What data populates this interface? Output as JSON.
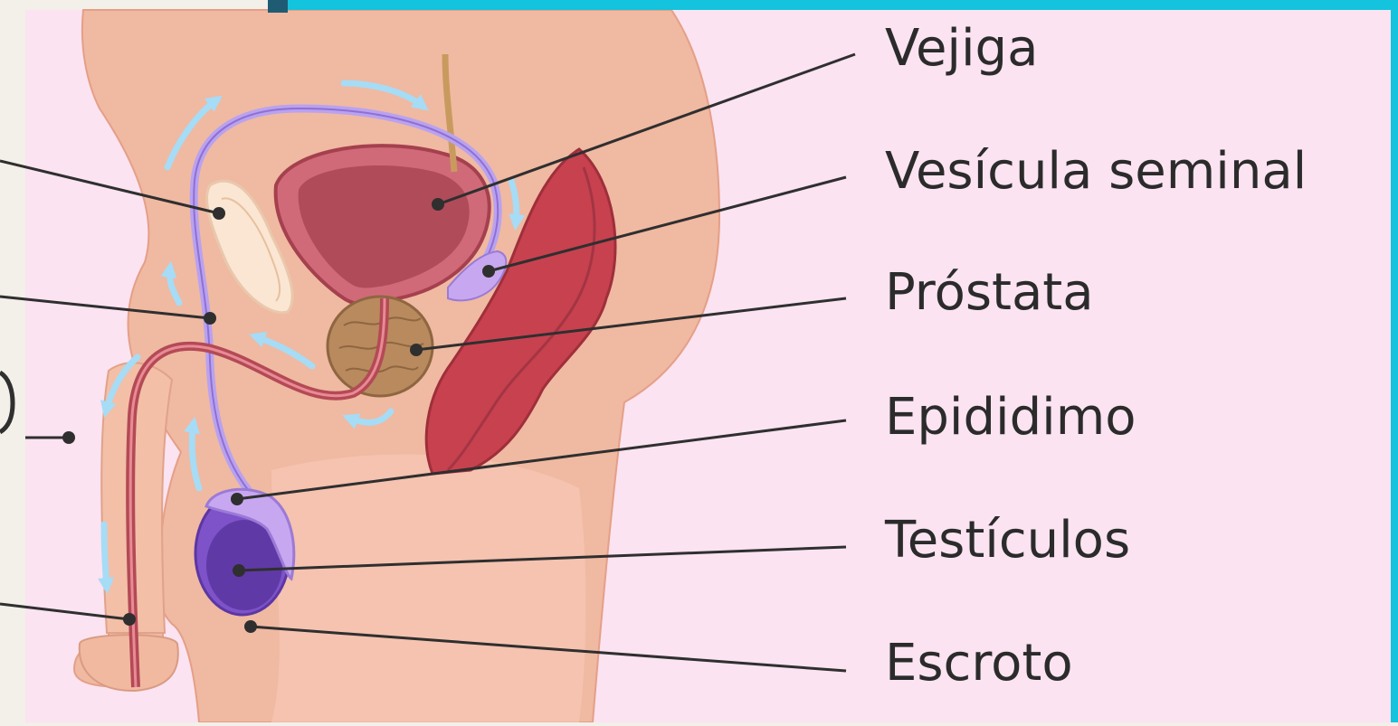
{
  "labels": [
    {
      "text": "Vejiga"
    },
    {
      "text": "Vesícula seminal"
    },
    {
      "text": "Próstata"
    },
    {
      "text": "Epididimo"
    },
    {
      "text": "Testículos"
    },
    {
      "text": "Escroto"
    }
  ],
  "colors": {
    "background": "#fbe3f1",
    "frame_accent": "#14c3dd",
    "skin": "#f0b9a2",
    "bladder": "#c05766",
    "rectum": "#c8414f",
    "prostate": "#b98a5e",
    "testicle": "#7e52c8",
    "vas_deferens": "#b9a2ee",
    "urethra": "#b34a56",
    "flow_arrow": "#a6dcf5",
    "leader_line": "#2f2f2f"
  }
}
